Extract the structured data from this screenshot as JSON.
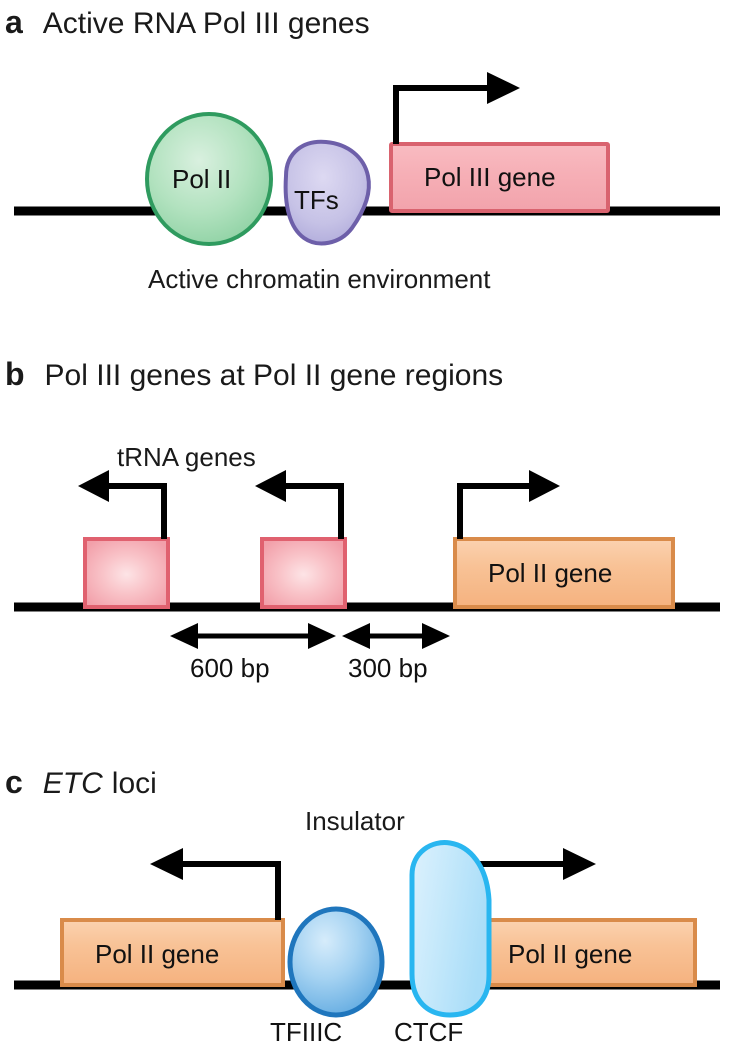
{
  "figure": {
    "panels": [
      {
        "letter": "a",
        "title": "Active RNA Pol III genes",
        "title_italic": "",
        "title_rest": "",
        "caption": "Active chromatin environment",
        "shapes": [
          {
            "name": "pol-ii-complex",
            "label": "Pol II",
            "fill": "#a9dcb6",
            "stroke": "#2f9b5f"
          },
          {
            "name": "tfs-complex",
            "label": "TFs",
            "fill": "#c6c2e6",
            "stroke": "#6d5fa9"
          },
          {
            "name": "pol-iii-gene-box",
            "label": "Pol III gene",
            "fill": "#f6afb6",
            "stroke": "#d9636f"
          }
        ]
      },
      {
        "letter": "b",
        "title": "Pol III genes at Pol II gene regions",
        "cluster_label": "tRNA genes",
        "boxes": [
          {
            "name": "trna-gene-box-1",
            "label": "",
            "fill": "#f6afb6",
            "stroke": "#e0616f"
          },
          {
            "name": "trna-gene-box-2",
            "label": "",
            "fill": "#f6afb6",
            "stroke": "#e0616f"
          },
          {
            "name": "pol-ii-gene-box",
            "label": "Pol II gene",
            "fill": "#f8c296",
            "stroke": "#d98b4a"
          }
        ],
        "distances": [
          {
            "name": "distance-600bp",
            "label": "600 bp"
          },
          {
            "name": "distance-300bp",
            "label": "300 bp"
          }
        ]
      },
      {
        "letter": "c",
        "title_italic": "ETC",
        "title_rest": "loci",
        "insulator_label": "Insulator",
        "boxes": [
          {
            "name": "pol-ii-gene-box-left",
            "label": "Pol II gene",
            "fill": "#f8c296",
            "stroke": "#d98b4a"
          },
          {
            "name": "pol-ii-gene-box-right",
            "label": "Pol II gene",
            "fill": "#f8c296",
            "stroke": "#d98b4a"
          }
        ],
        "proteins": [
          {
            "name": "tfiiic-protein",
            "label": "TFIIIC",
            "fill": "#9ecbef",
            "stroke": "#1f76bd"
          },
          {
            "name": "ctcf-protein",
            "label": "CTCF",
            "fill": "#ccebfb",
            "stroke": "#29b6f0"
          }
        ]
      }
    ],
    "colors": {
      "dna_line": "#000000",
      "pink_gene": "#f6afb6",
      "pink_gene_border": "#d9636f",
      "orange_gene": "#f8c296",
      "orange_gene_border": "#d98b4a",
      "green_polii": "#a9dcb6",
      "green_polii_border": "#2f9b5f",
      "purple_tfs": "#c6c2e6",
      "purple_tfs_border": "#6d5fa9",
      "blue_tfiiic": "#9ecbef",
      "blue_tfiiic_border": "#1f76bd",
      "cyan_ctcf": "#ccebfb",
      "cyan_ctcf_border": "#29b6f0",
      "text": "#111111",
      "background": "#ffffff"
    }
  }
}
